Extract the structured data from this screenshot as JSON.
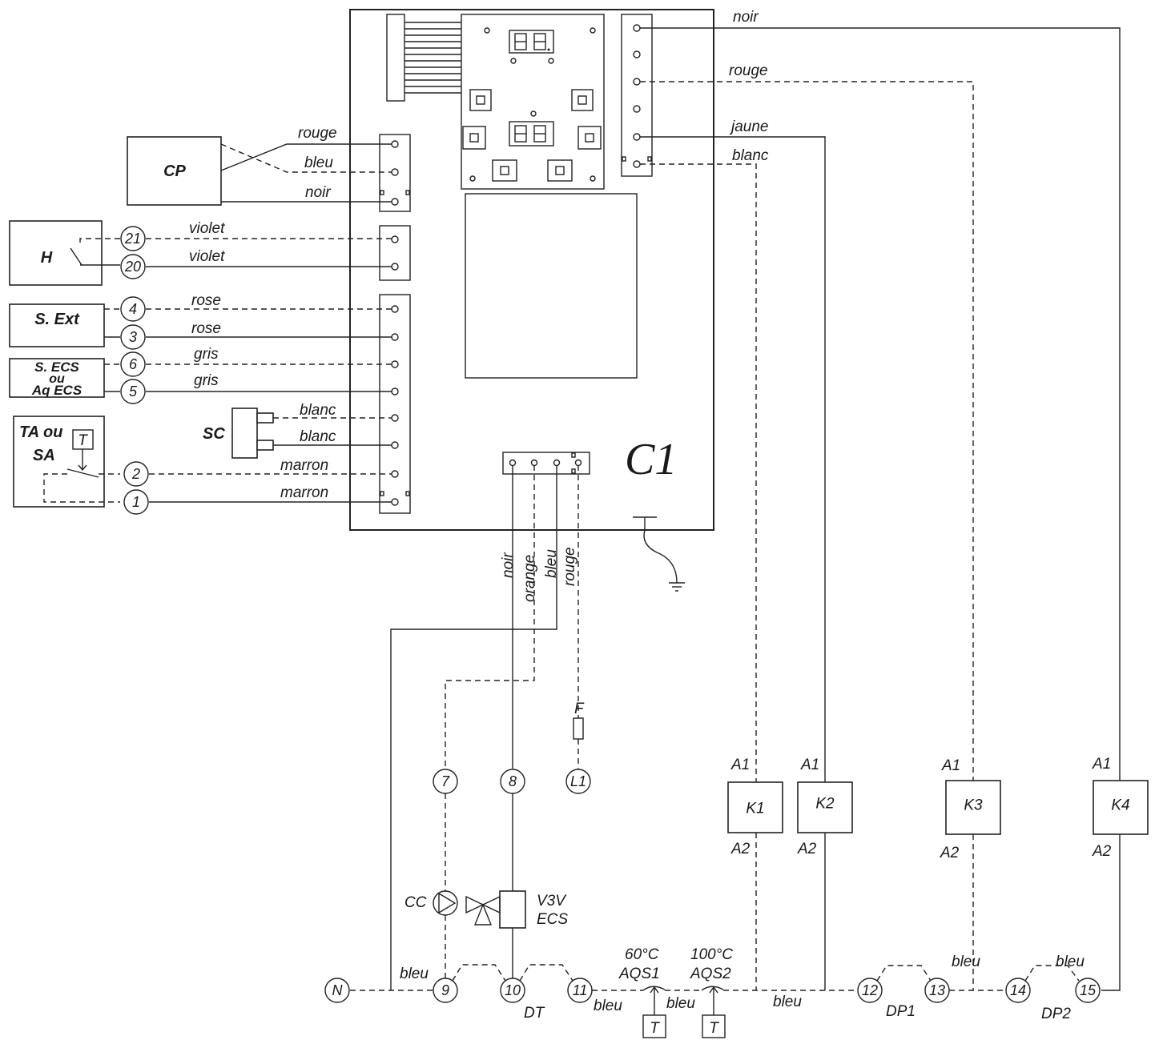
{
  "board": {
    "label": "C1"
  },
  "components": {
    "cp": "CP",
    "h": "H",
    "s_ext": "S. Ext",
    "s_ecs_line1": "S. ECS",
    "s_ecs_ou": "ou",
    "s_ecs_line2": "Aq ECS",
    "ta_line1": "TA ou",
    "ta_line2": "SA",
    "t": "T",
    "sc": "SC",
    "f": "F",
    "cc": "CC",
    "v3v_line1": "V3V",
    "v3v_line2": "ECS",
    "k1": "K1",
    "k2": "K2",
    "k3": "K3",
    "k4": "K4",
    "a1": "A1",
    "a2": "A2",
    "aqs1_temp": "60°C",
    "aqs1": "AQS1",
    "aqs2_temp": "100°C",
    "aqs2": "AQS2",
    "dt": "DT",
    "dp1": "DP1",
    "dp2": "DP2"
  },
  "wires": {
    "right_noir": "noir",
    "right_rouge": "rouge",
    "right_jaune": "jaune",
    "right_blanc": "blanc",
    "cp_rouge": "rouge",
    "cp_bleu": "bleu",
    "cp_noir": "noir",
    "h_violet_top": "violet",
    "h_violet_bottom": "violet",
    "sext_rose_top": "rose",
    "sext_rose_bottom": "rose",
    "secs_gris_top": "gris",
    "secs_gris_bottom": "gris",
    "sc_blanc_top": "blanc",
    "sc_blanc_bottom": "blanc",
    "ta_marron_top": "marron",
    "ta_marron_bottom": "marron",
    "bottom_noir": "noir",
    "bottom_orange": "orange",
    "bottom_bleu": "bleu",
    "bottom_rouge": "rouge",
    "bus_bleu_9": "bleu",
    "bus_bleu_11": "bleu",
    "bus_bleu_aqs": "bleu",
    "bus_bleu_mid": "bleu",
    "bus_bleu_13": "bleu",
    "bus_bleu_15": "bleu"
  },
  "terminals": {
    "t21": "21",
    "t20": "20",
    "t4": "4",
    "t3": "3",
    "t6": "6",
    "t5": "5",
    "t2": "2",
    "t1": "1",
    "t7": "7",
    "t8": "8",
    "tL1": "L1",
    "tN": "N",
    "t9": "9",
    "t10": "10",
    "t11": "11",
    "t12": "12",
    "t13": "13",
    "t14": "14",
    "t15": "15"
  }
}
